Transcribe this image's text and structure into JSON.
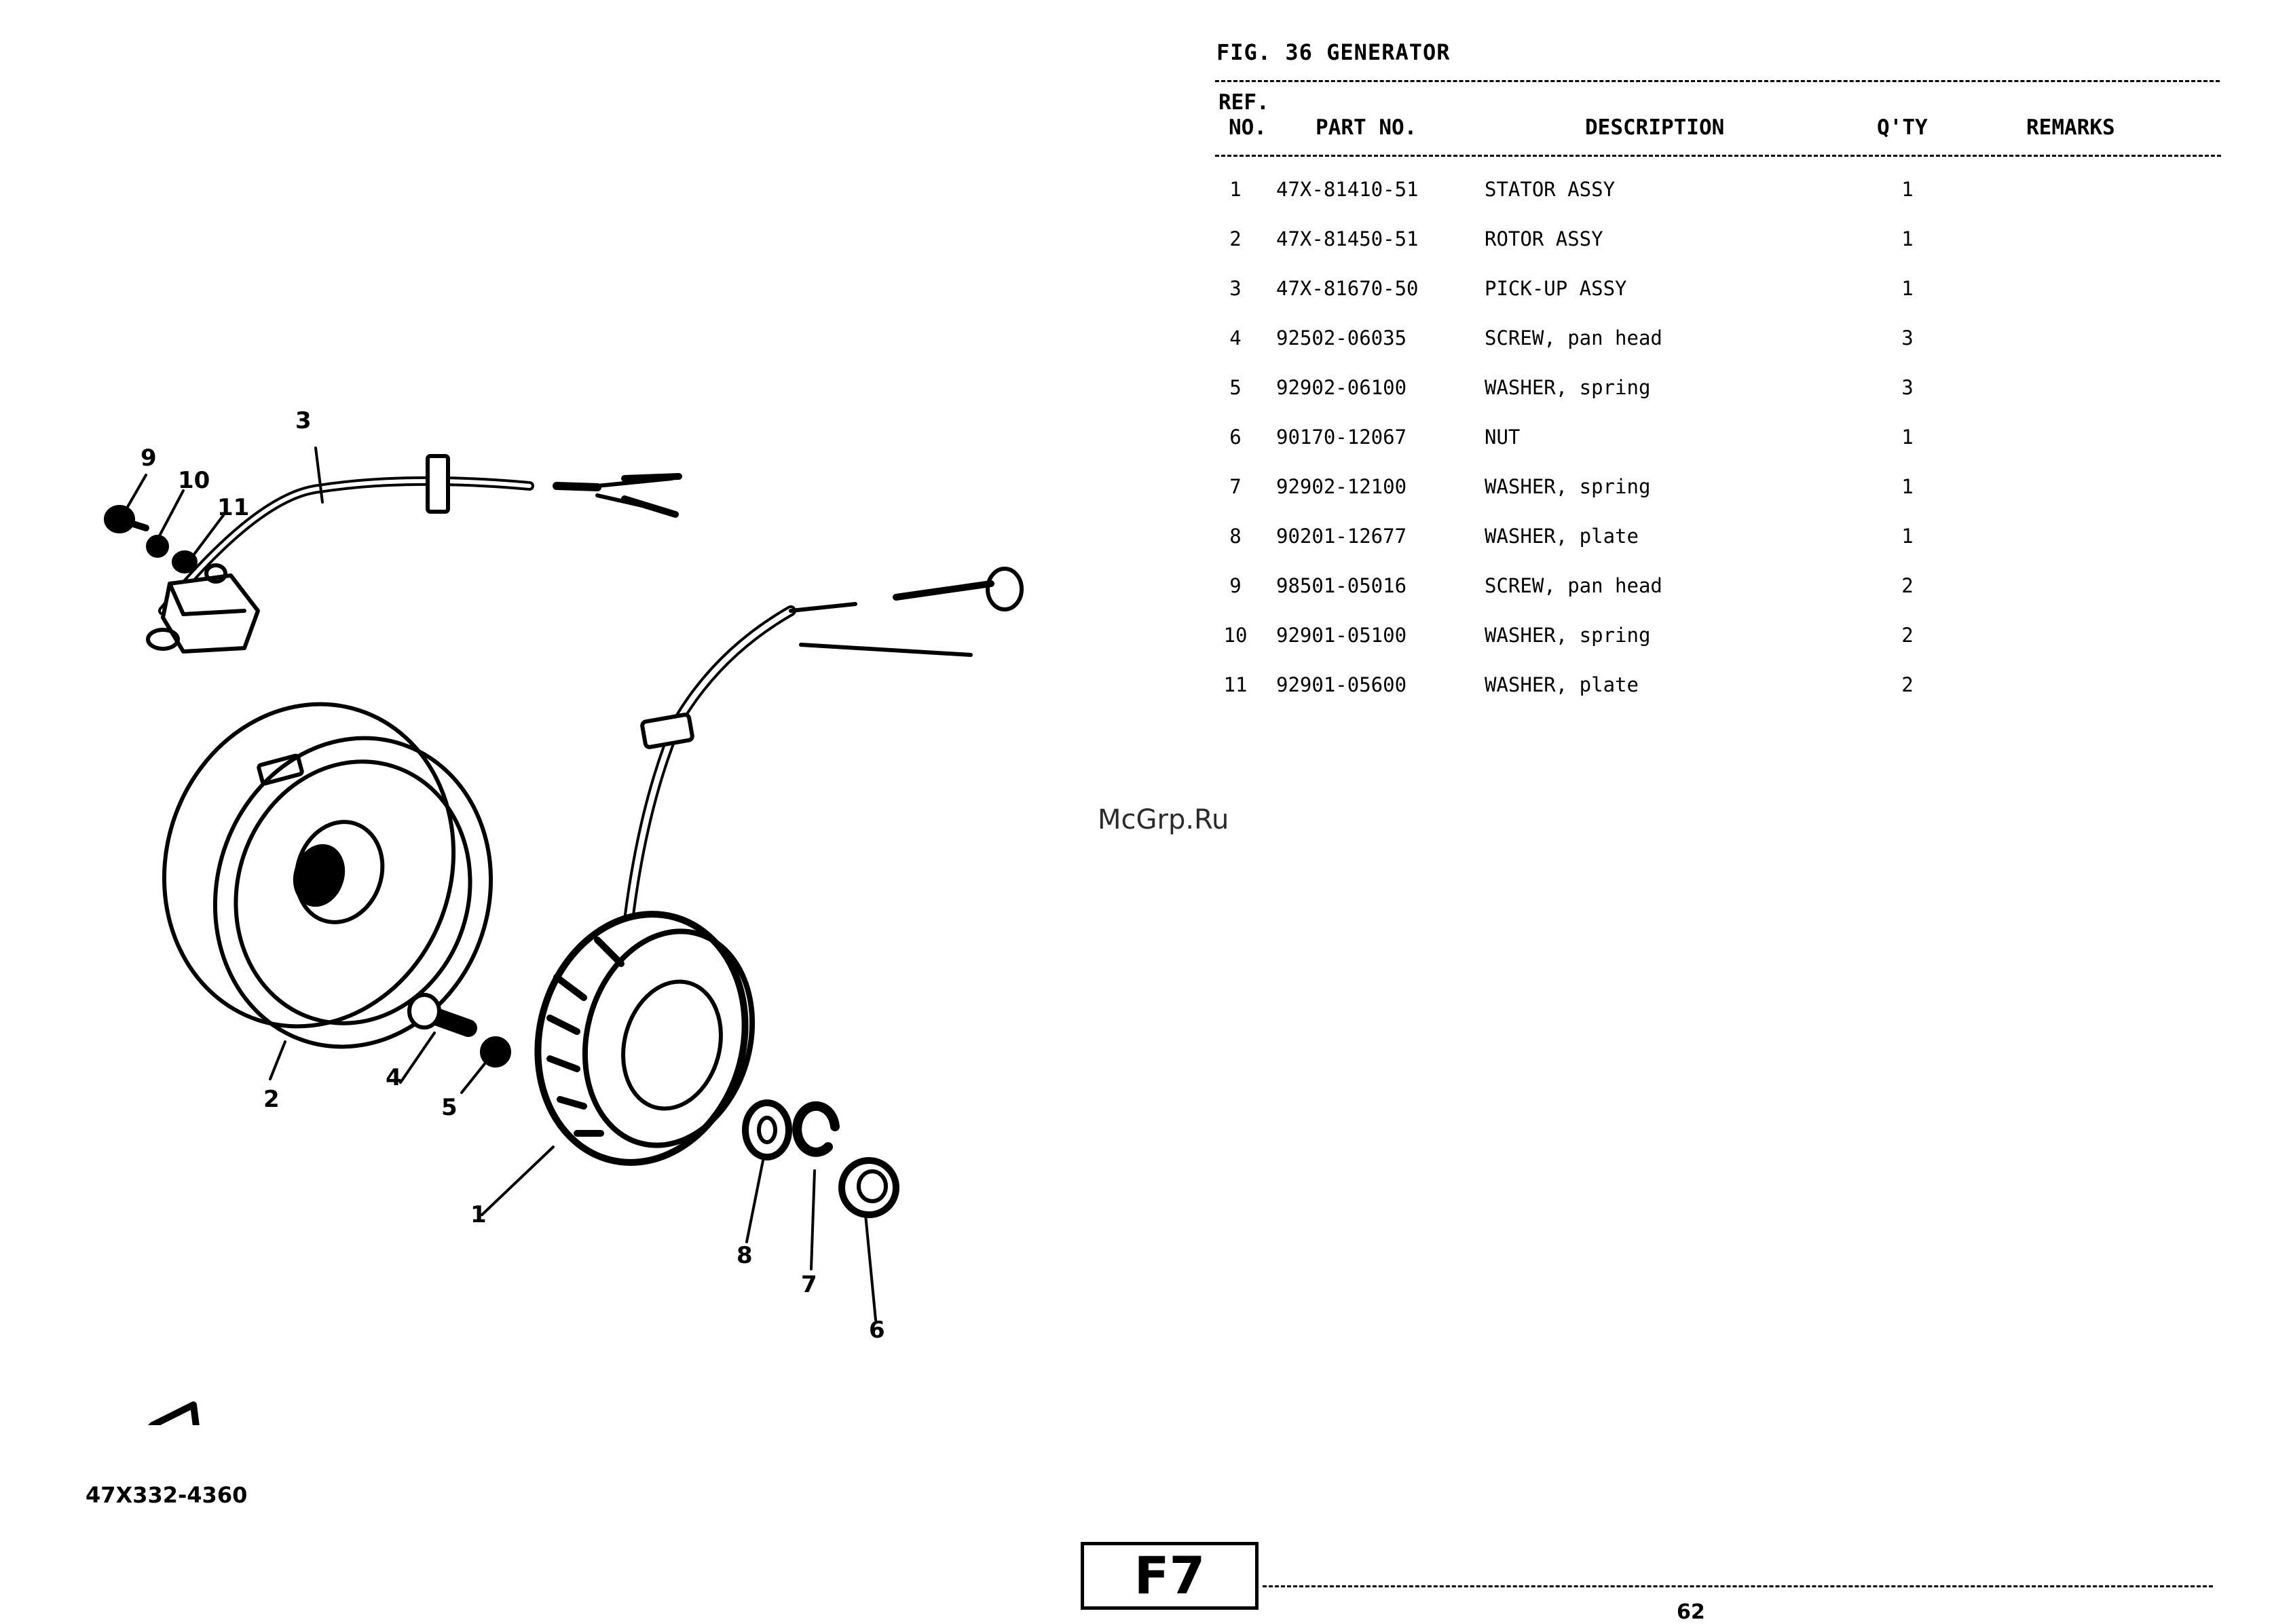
{
  "figure": {
    "title": "FIG. 36  GENERATOR"
  },
  "table": {
    "headers": {
      "ref_line1": "REF.",
      "ref_line2": "NO.",
      "part_no": "PART NO.",
      "description": "DESCRIPTION",
      "qty": "Q'TY",
      "remarks": "REMARKS"
    },
    "rows": [
      {
        "ref": "1",
        "part": "47X-81410-51",
        "desc": "STATOR ASSY",
        "qty": "1"
      },
      {
        "ref": "2",
        "part": "47X-81450-51",
        "desc": "ROTOR ASSY",
        "qty": "1"
      },
      {
        "ref": "3",
        "part": "47X-81670-50",
        "desc": "PICK-UP ASSY",
        "qty": "1"
      },
      {
        "ref": "4",
        "part": "92502-06035",
        "desc": "SCREW, pan head",
        "qty": "3"
      },
      {
        "ref": "5",
        "part": "92902-06100",
        "desc": "WASHER, spring",
        "qty": "3"
      },
      {
        "ref": "6",
        "part": "90170-12067",
        "desc": "NUT",
        "qty": "1"
      },
      {
        "ref": "7",
        "part": "92902-12100",
        "desc": "WASHER, spring",
        "qty": "1"
      },
      {
        "ref": "8",
        "part": "90201-12677",
        "desc": "WASHER, plate",
        "qty": "1"
      },
      {
        "ref": "9",
        "part": "98501-05016",
        "desc": "SCREW, pan head",
        "qty": "2"
      },
      {
        "ref": "10",
        "part": "92901-05100",
        "desc": "WASHER, spring",
        "qty": "2"
      },
      {
        "ref": "11",
        "part": "92901-05600",
        "desc": "WASHER, plate",
        "qty": "2"
      }
    ]
  },
  "diagram": {
    "callouts": [
      "1",
      "2",
      "3",
      "4",
      "5",
      "6",
      "7",
      "8",
      "9",
      "10",
      "11"
    ]
  },
  "watermark": "McGrp.Ru",
  "part_code": "47X332-4360",
  "model_badge": "F7",
  "page_number": "62"
}
